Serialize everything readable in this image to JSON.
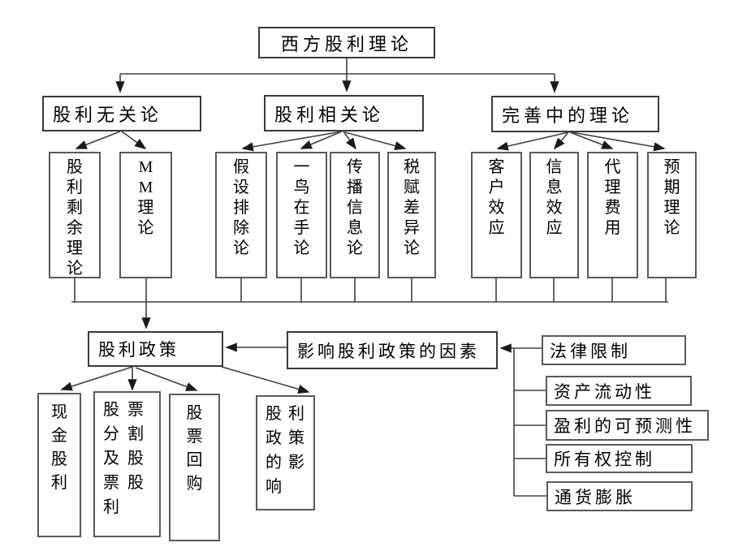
{
  "diagram": {
    "title": "西方股利理论",
    "root": {
      "label": "西方股利理论"
    },
    "branches": [
      {
        "label": "股利无关论"
      },
      {
        "label": "股利相关论"
      },
      {
        "label": "完善中的理论"
      }
    ],
    "irrelevance_theories": [
      {
        "label": "股利剩余理论"
      },
      {
        "label": "MM理论"
      }
    ],
    "relevance_theories": [
      {
        "label": "假设排除论"
      },
      {
        "label": "一鸟在手论"
      },
      {
        "label": "传播信息论"
      },
      {
        "label": "税赋差异论"
      }
    ],
    "developing_theories": [
      {
        "label": "客户效应"
      },
      {
        "label": "信息效应"
      },
      {
        "label": "代理费用"
      },
      {
        "label": "预期理论"
      }
    ],
    "policy": {
      "label": "股利政策"
    },
    "factors_title": {
      "label": "影响股利政策的因素"
    },
    "policy_items": [
      {
        "label": "现金股利"
      },
      {
        "label": "股票分割及股票股利"
      },
      {
        "label": "股票回购"
      },
      {
        "label": "股利政策的影响"
      }
    ],
    "factor_items": [
      {
        "label": "法律限制"
      },
      {
        "label": "资产流动性"
      },
      {
        "label": "盈利的可预测性"
      },
      {
        "label": "所有权控制"
      },
      {
        "label": "通货膨胀"
      }
    ],
    "colors": {
      "line": "#404040",
      "border": "#3a3a3a",
      "text": "#000000",
      "background": "#ffffff"
    }
  }
}
